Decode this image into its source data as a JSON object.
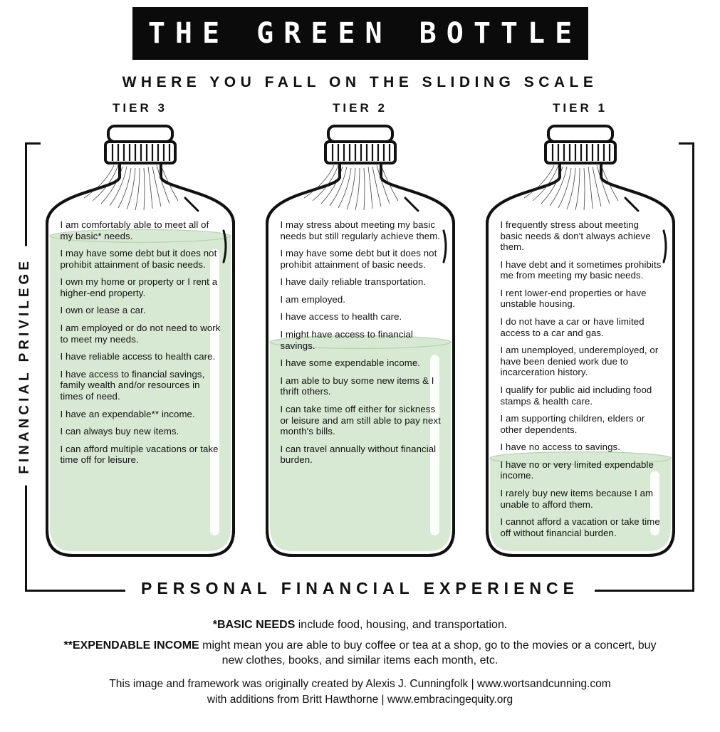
{
  "banner": {
    "title": "THE GREEN BOTTLE"
  },
  "subtitle": "WHERE YOU FALL ON THE SLIDING SCALE",
  "axis": {
    "left": "FINANCIAL PRIVILEGE",
    "bottom": "PERSONAL FINANCIAL EXPERIENCE"
  },
  "colors": {
    "liquid": "#d7e8d3",
    "liquid_edge": "#b6d2b0",
    "ink": "#111111",
    "banner_bg": "#0b0b0b"
  },
  "tiers": [
    {
      "label": "TIER 3",
      "fill_percent": 95,
      "items": [
        "I am comfortably able to meet all of my basic* needs.",
        "I may have some debt but it does not prohibit attainment of basic needs.",
        "I own my home or property or I rent a higher-end property.",
        "I own or lease a car.",
        "I am employed or do not need to work to meet my needs.",
        "I have reliable access to health care.",
        "I have access to financial savings, family wealth and/or resources in times of need.",
        "I have an expendable** income.",
        "I can always buy new items.",
        "I can afford multiple vacations or take time off for leisure."
      ]
    },
    {
      "label": "TIER 2",
      "fill_percent": 63,
      "items": [
        "I may stress about meeting my basic needs but still regularly achieve them.",
        "I may have some debt but it does not prohibit attainment of basic needs.",
        "I have daily reliable transportation.",
        "I am employed.",
        "I have access to health care.",
        "I might have access to financial savings.",
        "I have some expendable income.",
        "I am able to buy some new items & I thrift others.",
        "I can take time off either for sickness or leisure and am still able to pay next month's bills.",
        "I can travel annually without financial burden."
      ]
    },
    {
      "label": "TIER 1",
      "fill_percent": 28,
      "items": [
        "I frequently stress about meeting basic needs & don't always achieve them.",
        "I have debt and it sometimes prohibits me from meeting my basic needs.",
        "I rent lower-end properties or have unstable housing.",
        "I do not have a car or have limited access to a car and gas.",
        "I am unemployed, underemployed, or have been denied work due to incarceration history.",
        "I qualify for public aid including food stamps & health care.",
        "I am supporting children, elders or other dependents.",
        "I have no access to savings.",
        "I have no or very limited expendable income.",
        "I rarely buy new items because I am unable to afford them.",
        "I cannot afford a vacation or take time off without financial burden."
      ]
    }
  ],
  "footnotes": {
    "basic_needs": {
      "bold": "*BASIC NEEDS",
      "rest": " include food, housing, and transportation."
    },
    "expendable": {
      "bold": "**EXPENDABLE INCOME",
      "rest": " might mean you are able to buy coffee or tea at a shop, go to the movies or a concert, buy new clothes, books, and similar items each month, etc."
    },
    "credit1": "This image and framework was originally created by Alexis J. Cunningfolk | www.wortsandcunning.com",
    "credit2": "with additions from Britt Hawthorne | www.embracingequity.org"
  }
}
